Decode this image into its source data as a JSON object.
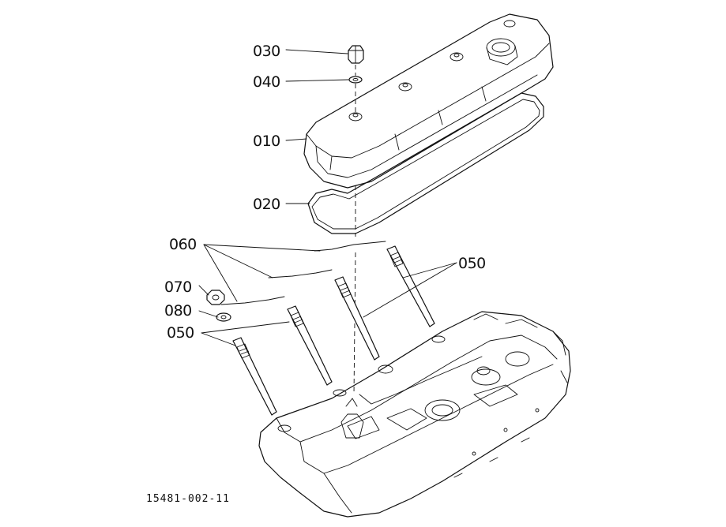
{
  "callouts": {
    "c030": "030",
    "c040": "040",
    "c010": "010",
    "c020": "020",
    "c060": "060",
    "c070": "070",
    "c080": "080",
    "c050_left": "050",
    "c050_right": "050"
  },
  "drawing_code": "15481-002-11"
}
